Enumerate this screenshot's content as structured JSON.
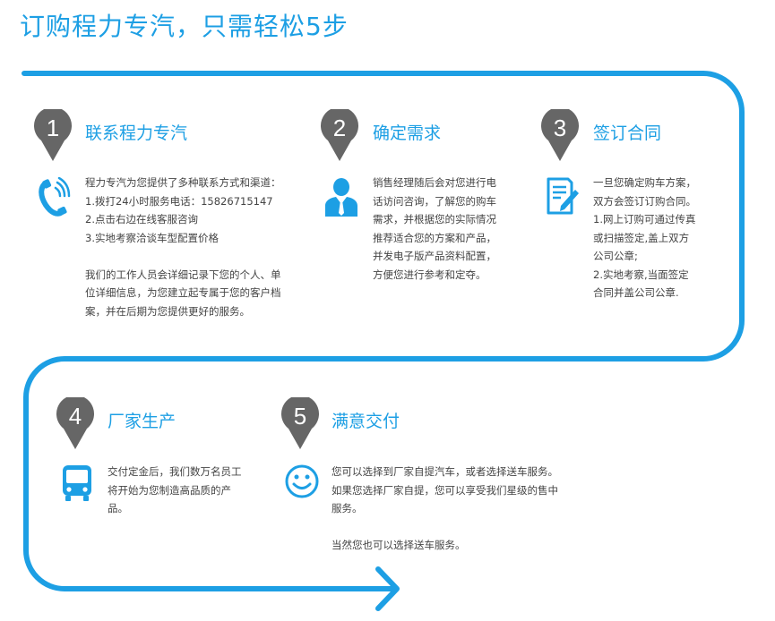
{
  "page_title": "订购程力专汽，只需轻松5步",
  "accent_color": "#1d9fe4",
  "steps": [
    {
      "number": "1",
      "title": "联系程力专汽",
      "icon": "phone-icon",
      "lines": [
        "程力专汽为您提供了多种联系方式和渠道：",
        "1.拨打24小时服务电话：15826715147",
        "2.点击右边在线客服咨询",
        "3.实地考察洽谈车型配置价格",
        "",
        "我们的工作人员会详细记录下您的个人、单",
        "位详细信息，为您建立起专属于您的客户档",
        "案，并在后期为您提供更好的服务。"
      ]
    },
    {
      "number": "2",
      "title": "确定需求",
      "icon": "manager-icon",
      "lines": [
        "销售经理随后会对您进行电",
        "话访问咨询，了解您的购车",
        "需求，并根据您的实际情况",
        "推荐适合您的方案和产品，",
        "并发电子版产品资料配置，",
        "方便您进行参考和定夺。"
      ]
    },
    {
      "number": "3",
      "title": "签订合同",
      "icon": "contract-icon",
      "lines": [
        "一旦您确定购车方案，",
        "双方会签订订购合同。",
        "1.网上订购可通过传真",
        "或扫描签定,盖上双方",
        "公司公章;",
        "2.实地考察,当面签定",
        "合同并盖公司公章."
      ]
    },
    {
      "number": "4",
      "title": "厂家生产",
      "icon": "bus-icon",
      "lines": [
        "交付定金后，我们数万名员工",
        "将开始为您制造高品质的产",
        "品。"
      ]
    },
    {
      "number": "5",
      "title": "满意交付",
      "icon": "smiley-icon",
      "lines": [
        "您可以选择到厂家自提汽车，或者选择送车服务。",
        "如果您选择厂家自提，您可以享受我们星级的售中",
        "服务。",
        "",
        "当然您也可以选择送车服务。"
      ]
    }
  ]
}
